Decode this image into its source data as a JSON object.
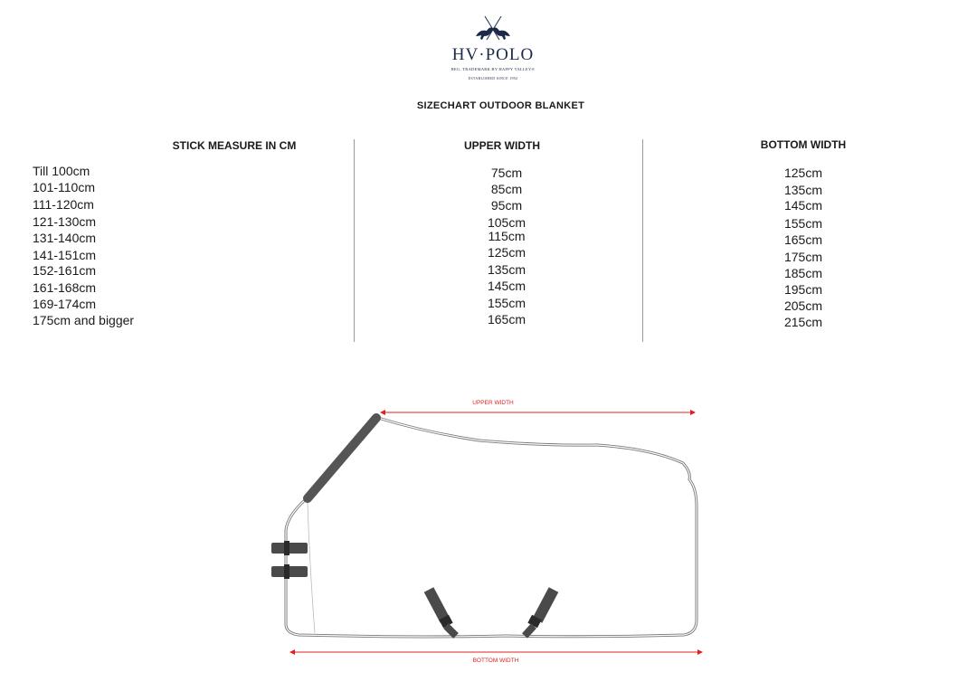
{
  "logo": {
    "brand": "HV·POLO",
    "registered": "REG. TRADEMARK BY HAPPY VALLEY®",
    "established": "ESTABLISHED SINCE 1992"
  },
  "title": "SIZECHART OUTDOOR  BLANKET",
  "table": {
    "headers": [
      "STICK MEASURE IN CM",
      "UPPER WIDTH",
      "BOTTOM WIDTH"
    ],
    "stick": [
      "Till 100cm",
      "101-110cm",
      "111-120cm",
      "121-130cm",
      "131-140cm",
      "141-151cm",
      "152-161cm",
      "161-168cm",
      "169-174cm",
      "175cm and bigger"
    ],
    "upper": [
      "75cm",
      "85cm",
      "95cm",
      "105cm",
      "115cm",
      "125cm",
      "135cm",
      "145cm",
      "155cm",
      "165cm"
    ],
    "bottom": [
      "125cm",
      "135cm",
      "145cm",
      "155cm",
      "165cm",
      "175cm",
      "185cm",
      "195cm",
      "205cm",
      "215cm"
    ]
  },
  "diagram": {
    "upper_label": "UPPER WIDTH",
    "bottom_label": "BOTTOM WIDTH",
    "dimension_color": "#e02020"
  }
}
